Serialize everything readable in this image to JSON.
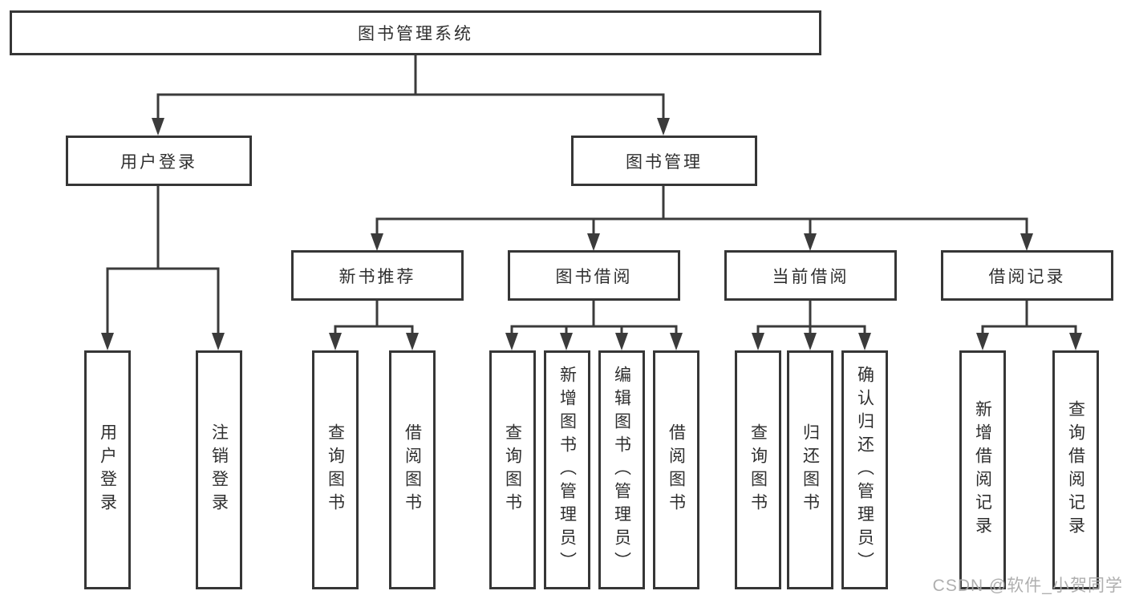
{
  "colors": {
    "background": "#ffffff",
    "box_border": "#363636",
    "box_text": "#2f2f2f",
    "connector": "#3b3b3b",
    "watermark": "#a8a8a8"
  },
  "diagram": {
    "title": "图书管理系统",
    "level2": {
      "user_login": "用户登录",
      "book_mgmt": "图书管理"
    },
    "level3": {
      "new_book_rec": "新书推荐",
      "book_borrow": "图书借阅",
      "current_borrow": "当前借阅",
      "borrow_records": "借阅记录"
    },
    "leaves": {
      "user_login": "用户登录",
      "logout": "注销登录",
      "rec_query_book": "查询图书",
      "rec_borrow_book": "借阅图书",
      "bb_query_book": "查询图书",
      "bb_add_book": "新增图书（管理员）",
      "bb_edit_book": "编辑图书（管理员）",
      "bb_borrow_book": "借阅图书",
      "cb_query_book": "查询图书",
      "cb_return_book": "归还图书",
      "cb_confirm_return": "确认归还（管理员）",
      "br_add_record": "新增借阅记录",
      "br_query_record": "查询借阅记录"
    }
  },
  "watermark": "CSDN @软件_小贺同学"
}
